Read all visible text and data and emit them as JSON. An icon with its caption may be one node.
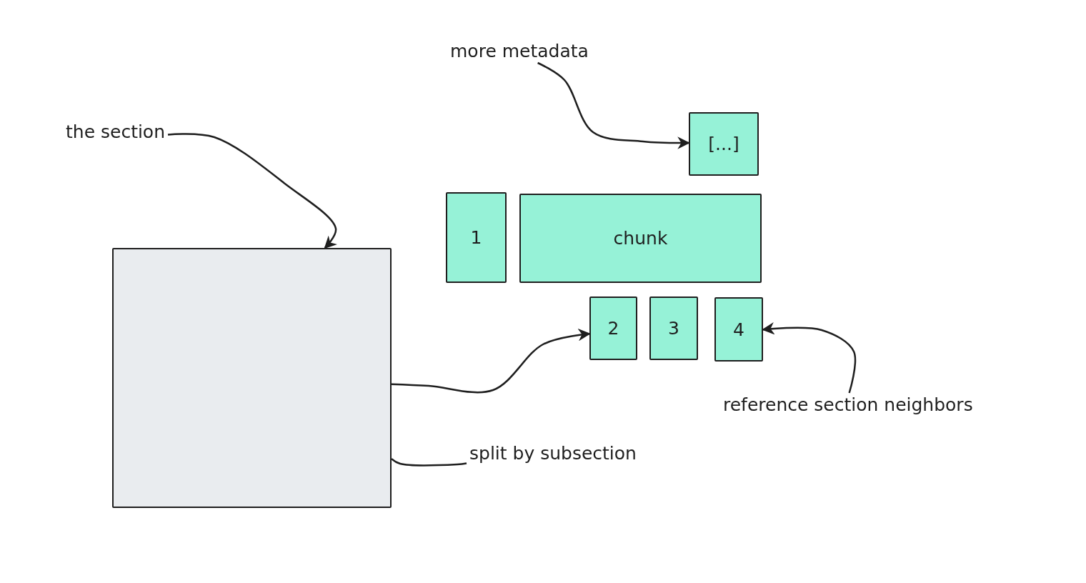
{
  "diagram": {
    "nodes": [
      {
        "text": [
          "the section"
        ]
      },
      {
        "text": [],
        "shape": "box"
      },
      {
        "text": [
          "more metadata"
        ]
      },
      {
        "text": [
          "[...]"
        ]
      },
      {
        "text": [
          "1"
        ]
      },
      {
        "text": [
          "chunk"
        ]
      },
      {
        "text": [
          "2"
        ]
      },
      {
        "text": [
          "3"
        ]
      },
      {
        "text": [
          "4"
        ]
      },
      {
        "text": [
          "reference section neighbors"
        ]
      },
      {
        "text": [
          "split by subsection"
        ]
      }
    ],
    "edges": [
      {
        "from": 0,
        "to": 1,
        "arrow": "to"
      },
      {
        "from": 2,
        "to": 3,
        "arrow": "to"
      },
      {
        "from": 1,
        "to": 6,
        "arrow": "to"
      },
      {
        "from": 9,
        "to": 8,
        "arrow": "to"
      },
      {
        "from": 10,
        "to": 1,
        "arrow": "none"
      }
    ]
  }
}
